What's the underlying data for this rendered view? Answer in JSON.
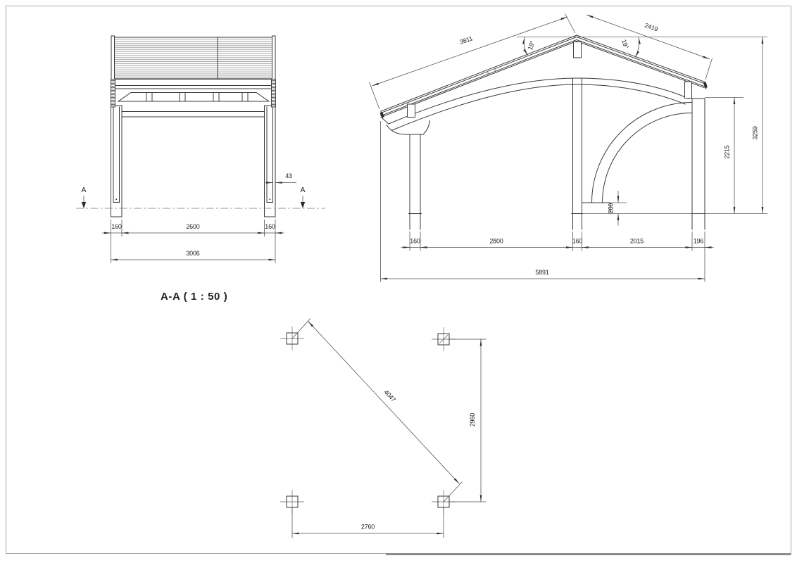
{
  "front_view": {
    "title": "A-A ( 1 : 50 )",
    "section_marker": "A",
    "dim_gap": "43",
    "dim_post_left": "160",
    "dim_span": "2600",
    "dim_post_right": "160",
    "dim_overall": "3006"
  },
  "side_view": {
    "dim_rafter_left": "3811",
    "dim_rafter_right": "2419",
    "angle_left": "19°",
    "angle_right": "19°",
    "dim_total_height": "3259",
    "dim_post_height": "2215",
    "dim_ledge_height": "200",
    "dim_post_left_width": "160",
    "dim_left_bay": "2800",
    "dim_mid_post_width": "160",
    "dim_right_bay": "2015",
    "dim_right_post_width": "196",
    "dim_overall_length": "5891"
  },
  "plan_view": {
    "dim_diagonal": "4047",
    "dim_depth": "2960",
    "dim_width": "2760"
  }
}
